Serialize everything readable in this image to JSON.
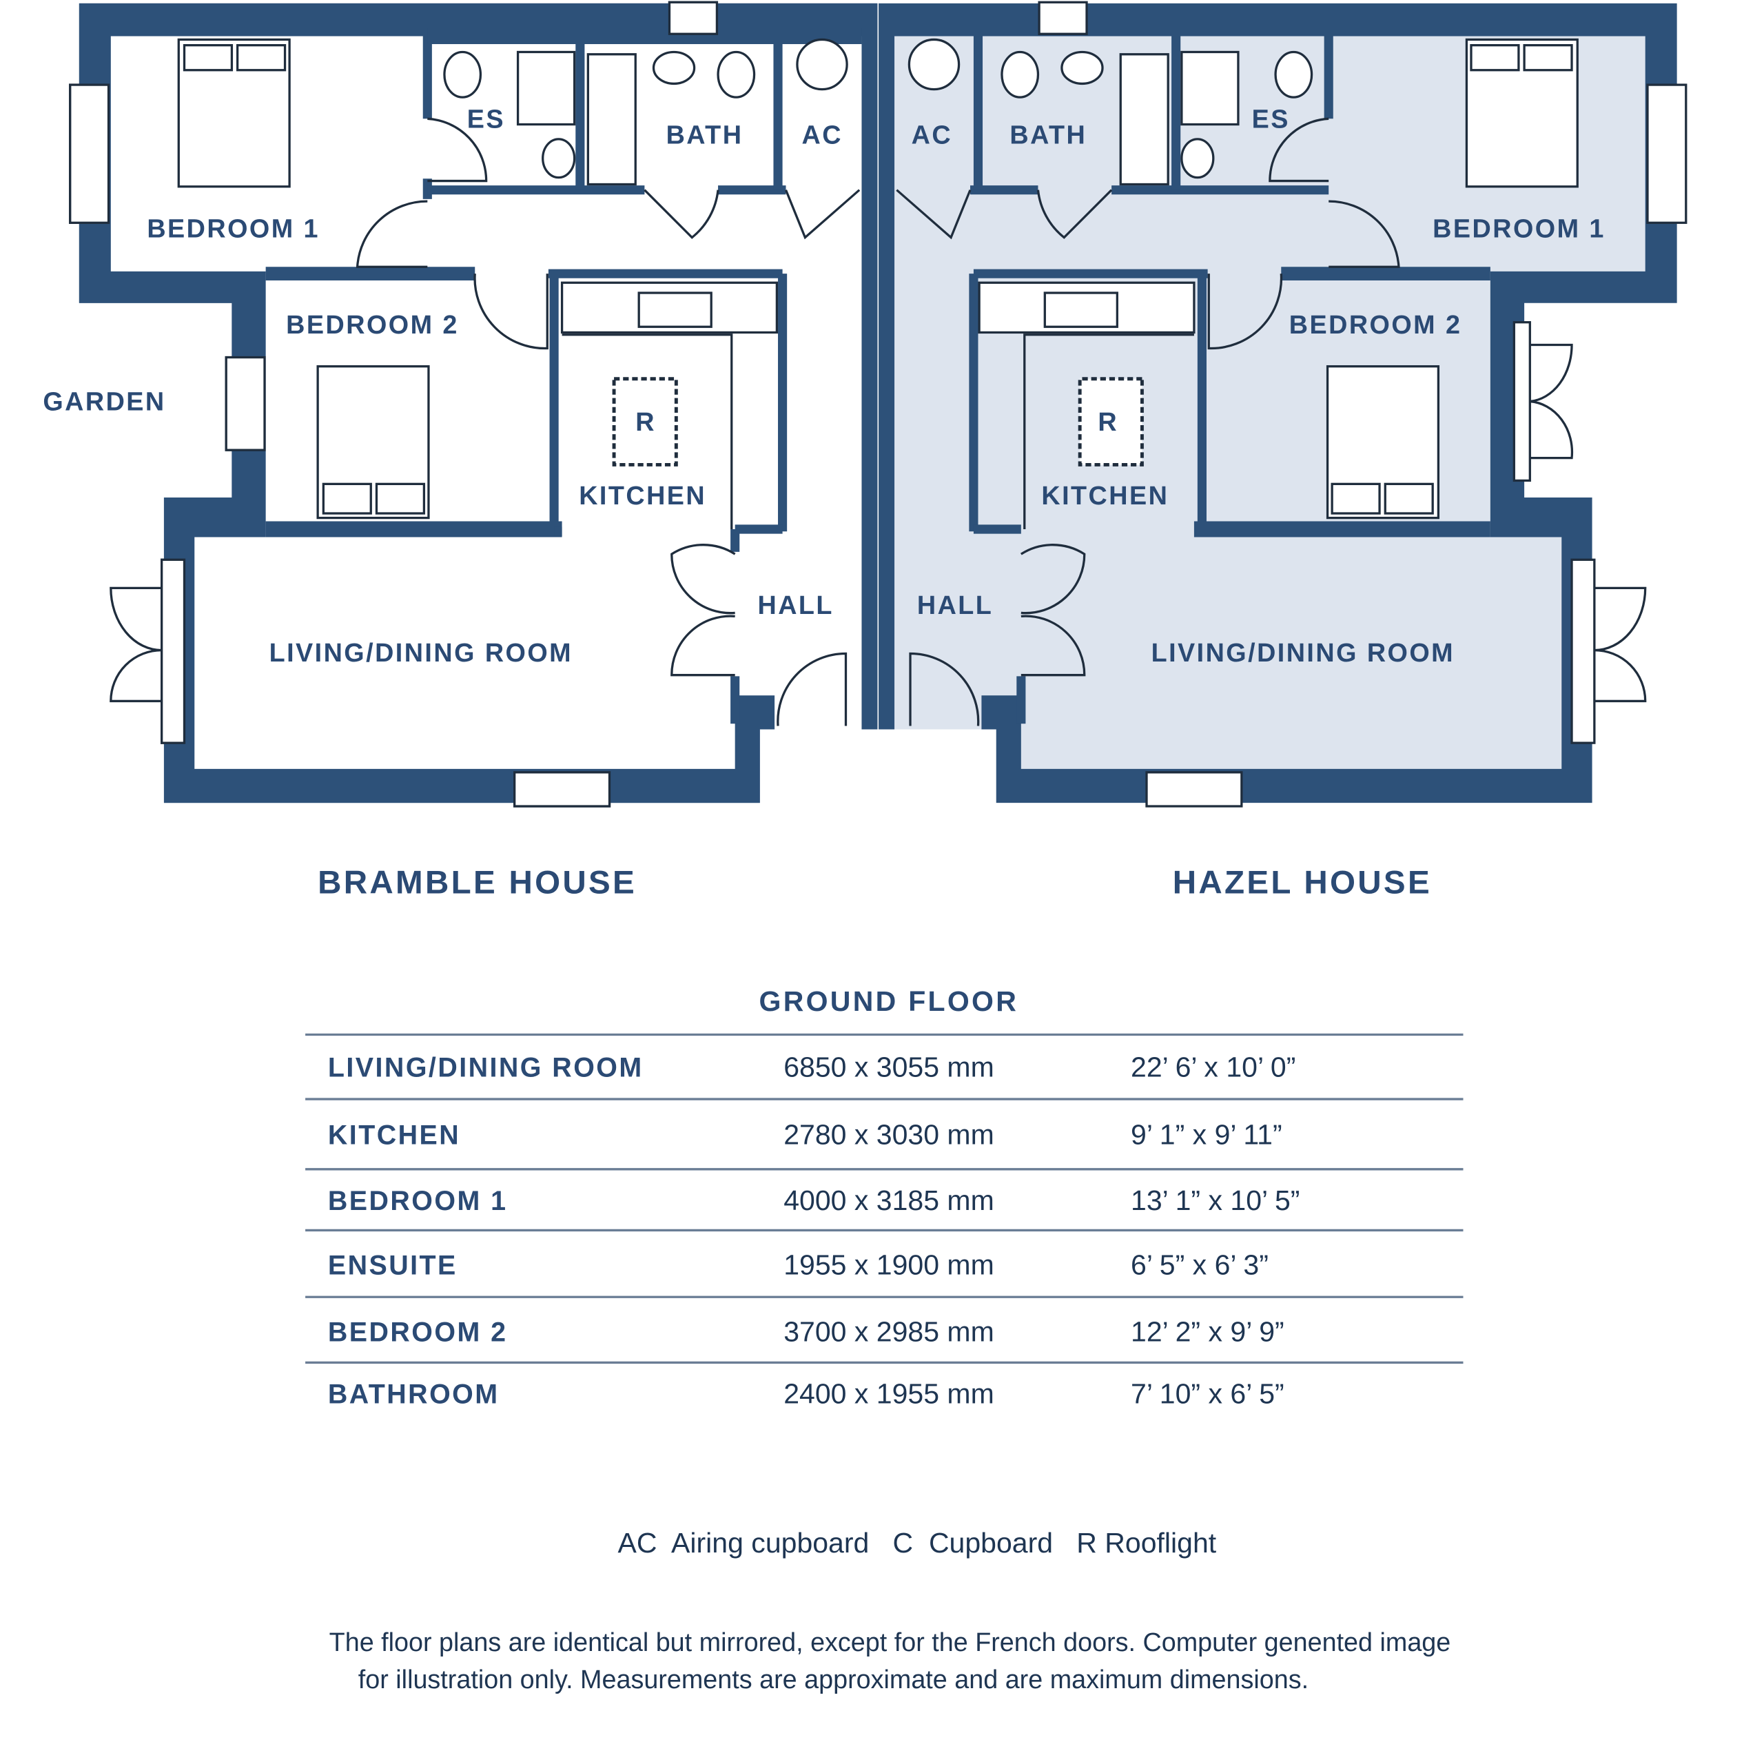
{
  "plan": {
    "left_house": {
      "name": "BRAMBLE HOUSE",
      "rooms": {
        "bedroom1": "BEDROOM 1",
        "es": "ES",
        "bath": "BATH",
        "ac": "AC",
        "bedroom2": "BEDROOM 2",
        "kitchen": "KITCHEN",
        "rooflight": "R",
        "hall": "HALL",
        "living": "LIVING/DINING ROOM"
      }
    },
    "right_house": {
      "name": "HAZEL HOUSE",
      "rooms": {
        "bedroom1": "BEDROOM 1",
        "es": "ES",
        "bath": "BATH",
        "ac": "AC",
        "bedroom2": "BEDROOM 2",
        "kitchen": "KITCHEN",
        "rooflight": "R",
        "hall": "HALL",
        "living": "LIVING/DINING ROOM"
      }
    },
    "garden": "GARDEN"
  },
  "table": {
    "title": "GROUND FLOOR",
    "rows": [
      {
        "room": "LIVING/DINING ROOM",
        "metric": "6850 x 3055 mm",
        "imperial": "22’ 6’ x 10’ 0”"
      },
      {
        "room": "KITCHEN",
        "metric": "2780 x 3030 mm",
        "imperial": "9’ 1” x 9’ 11”"
      },
      {
        "room": "BEDROOM 1",
        "metric": "4000 x 3185 mm",
        "imperial": "13’ 1” x 10’ 5”"
      },
      {
        "room": "ENSUITE",
        "metric": "1955 x 1900 mm",
        "imperial": "6’ 5” x 6’ 3”"
      },
      {
        "room": "BEDROOM 2",
        "metric": "3700 x 2985 mm",
        "imperial": "12’ 2” x 9’ 9”"
      },
      {
        "room": "BATHROOM",
        "metric": "2400 x 1955 mm",
        "imperial": "7’ 10” x 6’ 5”"
      }
    ]
  },
  "legend": "AC  Airing cupboard   C  Cupboard   R Rooflight",
  "footnote": {
    "line1": "The floor plans are identical but mirrored, except for the French doors. Computer genented image",
    "line2": "for illustration only. Measurements are approximate and are maximum dimensions."
  },
  "colors": {
    "wall": "#2d5179",
    "text": "#2b4a74",
    "right_fill": "#dde4ee"
  }
}
